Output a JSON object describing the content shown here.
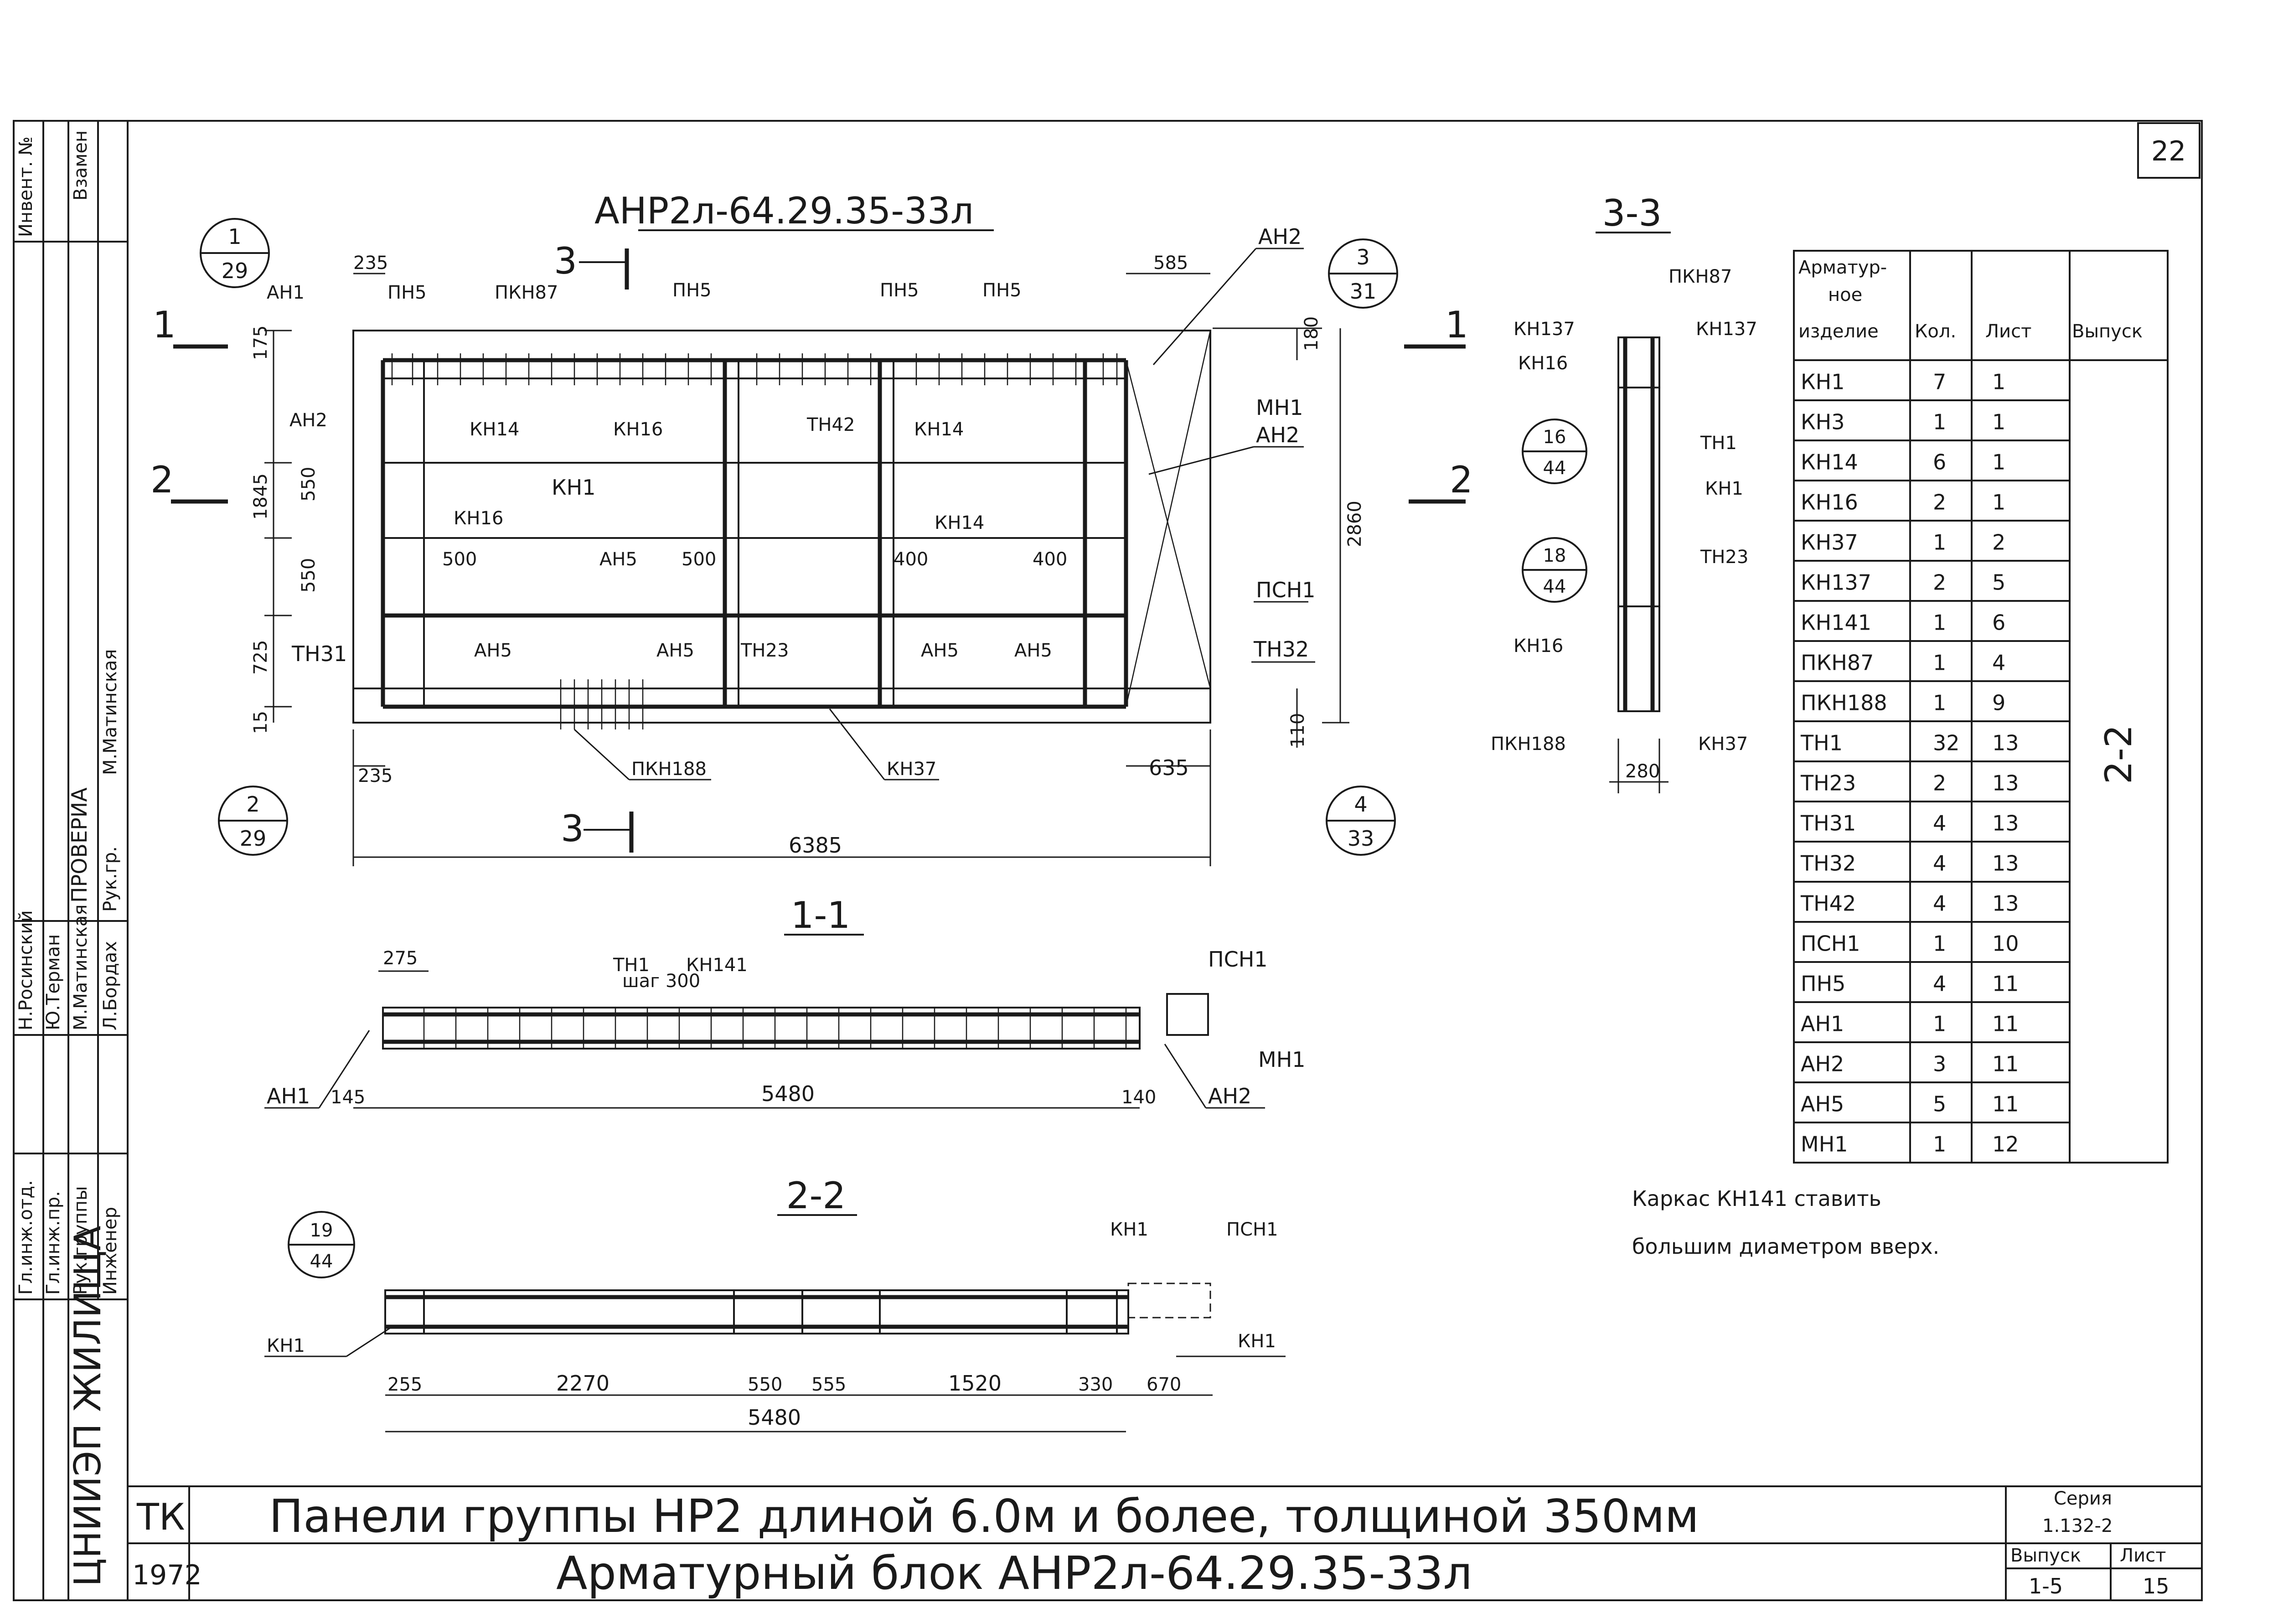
{
  "sheet_number": "22",
  "drawing_title": "АНР2л-64.29.35-33л",
  "sections": {
    "s33": "3-3",
    "s11": "1-1",
    "s22": "2-2"
  },
  "markers": {
    "m1": "1",
    "m2": "2",
    "m3": "3"
  },
  "callouts": {
    "c1": {
      "top": "1",
      "bottom": "29"
    },
    "c2": {
      "top": "2",
      "bottom": "29"
    },
    "c3": {
      "top": "3",
      "bottom": "31"
    },
    "c4": {
      "top": "4",
      "bottom": "33"
    },
    "c5": {
      "top": "16",
      "bottom": "44"
    },
    "c6": {
      "top": "18",
      "bottom": "44"
    },
    "c7": {
      "top": "19",
      "bottom": "44"
    }
  },
  "plan": {
    "labels": {
      "ah1": "АН1",
      "pn5a": "ПН5",
      "pkn87": "ПКН87",
      "pn5b": "ПН5",
      "pn5c": "ПН5",
      "pn5d": "ПН5",
      "ah2top": "АН2",
      "ah2left": "АН2",
      "kn14a": "КН14",
      "kn16a": "КН16",
      "tn42": "ТН42",
      "kn14b": "КН14",
      "mn1": "МН1",
      "ah2right": "АН2",
      "kn1": "КН1",
      "kn16b": "КН16",
      "ah5a": "АН5",
      "kn14c": "КН14",
      "psn1": "ПСН1",
      "tn31": "ТН31",
      "ah5b": "АН5",
      "ah5c": "АН5",
      "tn23": "ТН23",
      "ah5d": "АН5",
      "ah5e": "АН5",
      "tn32": "ТН32",
      "pkn188": "ПКН188",
      "kn37": "КН37"
    },
    "dims": {
      "d235top": "235",
      "d585": "585",
      "d175": "175",
      "d180": "180",
      "d1845": "1845",
      "d550a": "550",
      "d550b": "550",
      "d725": "725",
      "d15": "15",
      "d2860": "2860",
      "d500a": "500",
      "d500b": "500",
      "d400a": "400",
      "d400b": "400",
      "d110": "110",
      "d235bot": "235",
      "d635": "635",
      "d6385": "6385"
    }
  },
  "section33": {
    "labels": {
      "pkn87": "ПКН87",
      "kn137a": "КН137",
      "kn137b": "КН137",
      "kn16a": "КН16",
      "tn1": "ТН1",
      "kn1": "КН1",
      "tn23": "ТН23",
      "kn16b": "КН16",
      "pkn188": "ПКН188",
      "kn37": "КН37"
    },
    "dims": {
      "d280": "280"
    }
  },
  "section11": {
    "labels": {
      "tn1": "ТН1",
      "step": "шаг 300",
      "kn141": "КН141",
      "psn1": "ПСН1",
      "mn1": "МН1",
      "ah1": "АН1",
      "ah2": "АН2"
    },
    "dims": {
      "d275": "275",
      "d145": "145",
      "d5480": "5480",
      "d140": "140"
    }
  },
  "section22": {
    "labels": {
      "kn1top": "КН1",
      "psn1": "ПСН1",
      "kn1left": "КН1",
      "kn1right": "КН1"
    },
    "dims": {
      "d255": "255",
      "d2270": "2270",
      "d550": "550",
      "d555": "555",
      "d1520": "1520",
      "d330": "330",
      "d670": "670",
      "d5480": "5480"
    }
  },
  "spec_table": {
    "headers": [
      "Арматур-ное изделие",
      "Кол.",
      "Лист",
      "Выпуск"
    ],
    "header_lines": [
      "Арматур-",
      "ное",
      "изделие"
    ],
    "rows": [
      [
        "КН1",
        "7",
        "1"
      ],
      [
        "КН3",
        "1",
        "1"
      ],
      [
        "КН14",
        "6",
        "1"
      ],
      [
        "КН16",
        "2",
        "1"
      ],
      [
        "КН37",
        "1",
        "2"
      ],
      [
        "КН137",
        "2",
        "5"
      ],
      [
        "КН141",
        "1",
        "6"
      ],
      [
        "ПКН87",
        "1",
        "4"
      ],
      [
        "ПКН188",
        "1",
        "9"
      ],
      [
        "ТН1",
        "32",
        "13"
      ],
      [
        "ТН23",
        "2",
        "13"
      ],
      [
        "ТН31",
        "4",
        "13"
      ],
      [
        "ТН32",
        "4",
        "13"
      ],
      [
        "ТН42",
        "4",
        "13"
      ],
      [
        "ПСН1",
        "1",
        "10"
      ],
      [
        "ПН5",
        "4",
        "11"
      ],
      [
        "АН1",
        "1",
        "11"
      ],
      [
        "АН2",
        "3",
        "11"
      ],
      [
        "АН5",
        "5",
        "11"
      ],
      [
        "МН1",
        "1",
        "12"
      ]
    ],
    "issue": "2-2"
  },
  "note": {
    "line1": "Каркас КН141 ставить",
    "line2": "большим диаметром вверх."
  },
  "title_block": {
    "org_code": "ТК",
    "year": "1972",
    "line1": "Панели группы НР2 длиной 6.0м и более, толщиной 350мм",
    "line2": "Арматурный блок АНР2л-64.29.35-33л",
    "series_label": "Серия",
    "series": "1.132-2",
    "issue_label": "Выпуск",
    "issue": "1-5",
    "sheet_label": "Лист",
    "sheet": "15"
  },
  "left_strip": {
    "invent": "Инвент. №",
    "instead": "Взамен",
    "checked": "ПРОВЕРИА",
    "head_group": "Рук.гр.",
    "names": [
      "Н.Росинский",
      "Ю.Терман",
      "М.Матинская",
      "Л.Бордах"
    ],
    "roles": [
      "Гл.инж.отд.",
      "Гл.инж.пр.",
      "Рук.группы",
      "Инженер"
    ],
    "org": "ЦНИИЭП ЖИЛИЩА",
    "sign_checker": "М.Матинская"
  }
}
